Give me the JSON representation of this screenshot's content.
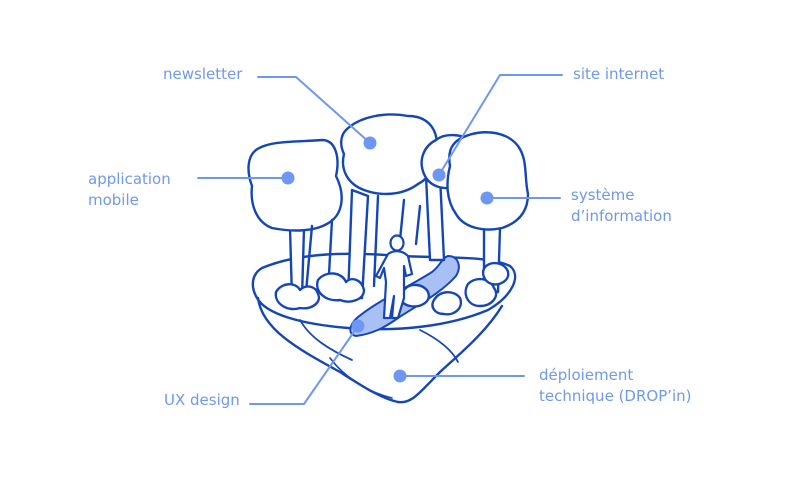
{
  "labels": {
    "newsletter": [
      "newsletter"
    ],
    "site_internet": [
      "site internet"
    ],
    "application_mobile": [
      "application",
      "mobile"
    ],
    "systeme_information": [
      "système",
      "d’information"
    ],
    "ux_design": [
      "UX design"
    ],
    "deploiement_technique": [
      "déploiement",
      "technique (DROP’in)"
    ]
  },
  "colors": {
    "ink": "#1546b8",
    "accent": "#6f98ef",
    "dot": "#6d97f2",
    "path_fill": "#a9c0f4"
  }
}
